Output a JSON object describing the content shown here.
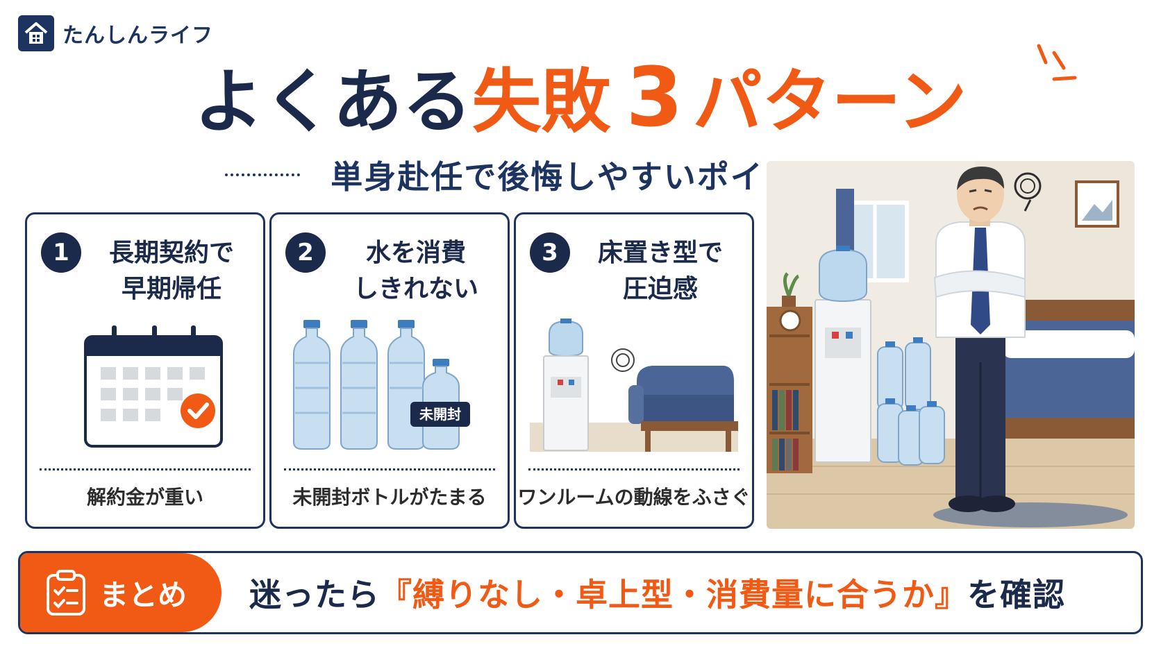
{
  "brand": {
    "name": "たんしんライフ",
    "icon": "house-icon"
  },
  "headline": {
    "part1": "よくある",
    "part2": "失敗",
    "number": "3",
    "part3": "パターン"
  },
  "subtitle": "単身赴任で後悔しやすいポイント",
  "cards": [
    {
      "number": "1",
      "title_line1": "長期契約で",
      "title_line2": "早期帰任",
      "caption": "解約金が重い",
      "illustration": "calendar-icon"
    },
    {
      "number": "2",
      "title_line1": "水を消費",
      "title_line2": "しきれない",
      "caption": "未開封ボトルがたまる",
      "tag": "未開封",
      "illustration": "water-bottles-icon"
    },
    {
      "number": "3",
      "title_line1": "床置き型で",
      "title_line2": "圧迫感",
      "caption": "ワンルームの動線をふさぐ",
      "illustration": "water-server-icon"
    }
  ],
  "summary": {
    "label": "まとめ",
    "icon": "checklist-icon",
    "text_before": "迷ったら",
    "highlight": "『縛りなし・卓上型・消費量に合うか』",
    "text_after": "を確認"
  },
  "colors": {
    "navy": "#1b2a4a",
    "accent": "#f05a14",
    "water": "#bcd8ee",
    "sofa": "#4a6596"
  }
}
